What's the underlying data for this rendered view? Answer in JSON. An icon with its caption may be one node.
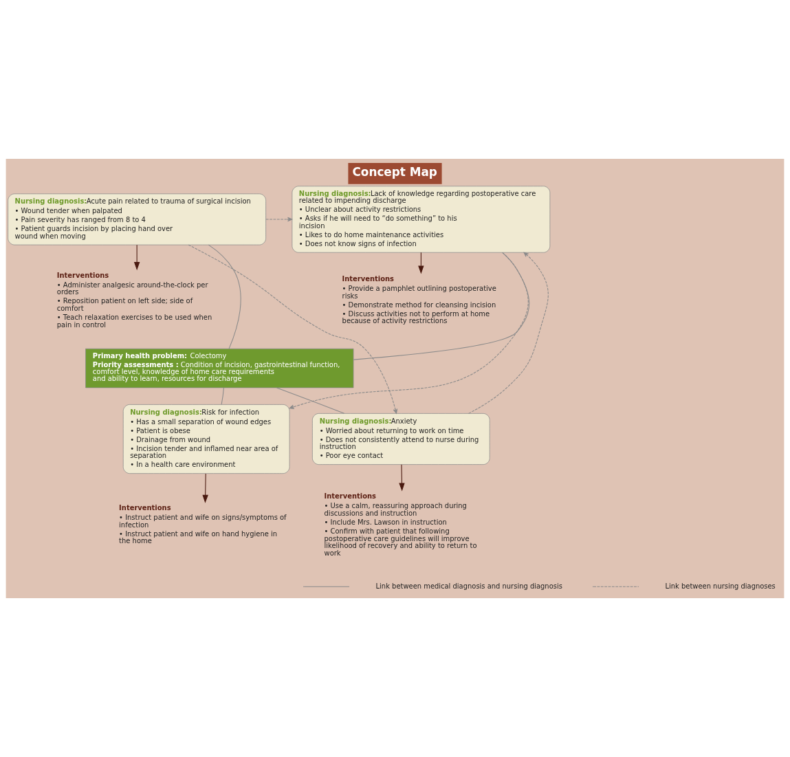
{
  "diagram": {
    "title": "Concept Map",
    "nodes": [
      {
        "text": [
          "Nursing diagnosis:",
          "Acute pain related to trauma of surgical incision",
          "• Wound tender when palpated",
          "• Pain severity has ranged from 8 to 4",
          "• Patient guards incision by placing hand over wound when moving"
        ]
      },
      {
        "text": [
          "Interventions",
          "• Administer analgesic around-the-clock per orders",
          "• Reposition patient on left side; side of comfort",
          "• Teach relaxation exercises to be used when pain in control"
        ]
      },
      {
        "text": [
          "Nursing diagnosis:",
          "Lack of knowledge regarding postoperative care related to impending discharge",
          "• Unclear about activity restrictions",
          "• Asks if he will need to “do something” to his incision",
          "• Likes to do home maintenance activities",
          "• Does not know signs of infection"
        ]
      },
      {
        "text": [
          "Interventions",
          "• Provide a pamphlet outlining postoperative risks",
          "• Demonstrate method for cleansing incision",
          "• Discuss activities not to perform at home because of activity restrictions"
        ]
      },
      {
        "text": [
          "Primary health problem:",
          "Colectomy",
          "Priority assessments :",
          "Condition of incision, gastrointestinal function, comfort level, knowledge of home care requirements and ability to learn, resources for discharge"
        ]
      },
      {
        "text": [
          "Nursing diagnosis:",
          "Risk for infection",
          "• Has a small separation of wound edges",
          "• Patient is obese",
          "• Drainage from wound",
          "• Incision tender and inflamed near area of separation",
          "• In a health care environment"
        ]
      },
      {
        "text": [
          "Interventions",
          "• Instruct patient and wife on signs/symptoms of infection",
          "• Instruct patient and wife on hand hygiene in the home"
        ]
      },
      {
        "text": [
          "Nursing diagnosis:",
          "Anxiety",
          "• Worried about returning to work on time",
          "• Does not consistently attend to nurse during instruction",
          "• Poor eye contact"
        ]
      },
      {
        "text": [
          "Interventions",
          "• Use a calm, reassuring approach during discussions and instruction",
          "• Include Mrs. Lawson in instruction",
          "• Confirm with patient that following postoperative care guidelines will improve likelihood of recovery and ability to return to work"
        ]
      }
    ],
    "edges": [
      {
        "from": 0,
        "to": 1,
        "arrow": "to",
        "color": "#4a1a10"
      },
      {
        "from": 2,
        "to": 3,
        "arrow": "to",
        "color": "#4a1a10"
      },
      {
        "from": 5,
        "to": 6,
        "arrow": "to",
        "color": "#4a1a10"
      },
      {
        "from": 7,
        "to": 8,
        "arrow": "to",
        "color": "#4a1a10"
      },
      {
        "from": 4,
        "to": 0,
        "arrow": "none"
      },
      {
        "from": 4,
        "to": 2,
        "arrow": "none"
      },
      {
        "from": 4,
        "to": 5,
        "arrow": "none"
      },
      {
        "from": 4,
        "to": 7,
        "arrow": "none"
      },
      {
        "from": 0,
        "to": 2,
        "arrow": "to",
        "style": "dashed"
      },
      {
        "from": 0,
        "to": 7,
        "arrow": "to",
        "style": "dashed"
      },
      {
        "from": 2,
        "to": 5,
        "arrow": "to",
        "style": "dashed"
      },
      {
        "from": 7,
        "to": 2,
        "arrow": "to",
        "style": "dashed"
      }
    ],
    "legend": [
      {
        "text": "Link between medical diagnosis and nursing diagnosis"
      },
      {
        "text": "Link between nursing diagnoses"
      }
    ]
  }
}
